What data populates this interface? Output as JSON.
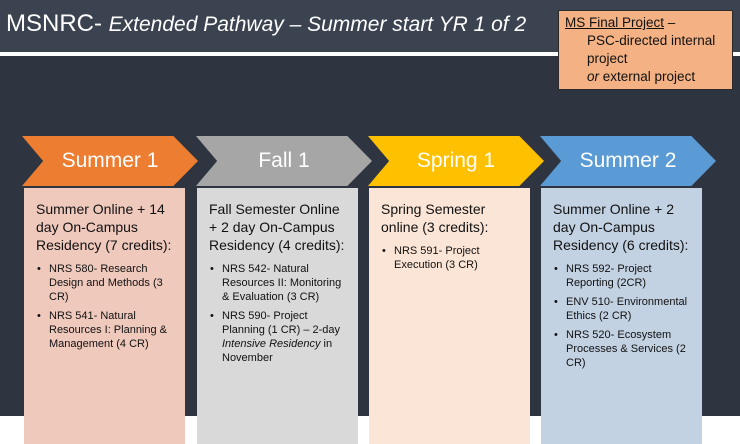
{
  "title": {
    "main": "MSNRC- ",
    "sub": "Extended Pathway – Summer start YR 1 of 2"
  },
  "final_project": {
    "title": "MS Final Project",
    "title_suffix": " –",
    "line2": "PSC-directed internal",
    "line3": "project",
    "line4_or": "or",
    "line4_rest": " external project"
  },
  "colors": {
    "background": "#2f3540",
    "title_bar": "#3b4350",
    "summer1_arrow": "#ed7d31",
    "summer1_panel": "#f0c9bd",
    "fall1_arrow": "#a6a6a6",
    "fall1_panel": "#d9d9d9",
    "spring1_arrow": "#ffc000",
    "spring1_panel": "#fbe5d6",
    "summer2_arrow": "#5b9bd5",
    "summer2_panel": "#c3d2e3",
    "final_box": "#f4b183"
  },
  "terms": [
    {
      "label": "Summer 1",
      "heading": "Summer Online + 14 day On-Campus Residency (7 credits):",
      "courses": [
        {
          "text": "NRS 580- Research Design and Methods (3 CR)"
        },
        {
          "text": "NRS 541- Natural Resources I: Planning & Management (4 CR)"
        }
      ]
    },
    {
      "label": "Fall 1",
      "heading": "Fall Semester Online + 2 day On-Campus Residency (4 credits):",
      "courses": [
        {
          "text": "NRS 542- Natural Resources II: Monitoring & Evaluation (3 CR)"
        },
        {
          "text": "NRS 590- Project Planning (1 CR) – 2-day ",
          "em": "Intensive Residency",
          "after": " in November"
        }
      ]
    },
    {
      "label": "Spring 1",
      "heading": "Spring Semester online (3 credits):",
      "courses": [
        {
          "text": "NRS 591- Project Execution (3 CR)"
        }
      ]
    },
    {
      "label": "Summer 2",
      "heading": "Summer Online + 2 day On-Campus Residency (6 credits):",
      "courses": [
        {
          "text": "NRS 592- Project Reporting (2CR)"
        },
        {
          "text": "ENV 510- Environmental Ethics (2 CR)"
        },
        {
          "text": "NRS 520- Ecosystem Processes & Services (2 CR)"
        }
      ]
    }
  ]
}
